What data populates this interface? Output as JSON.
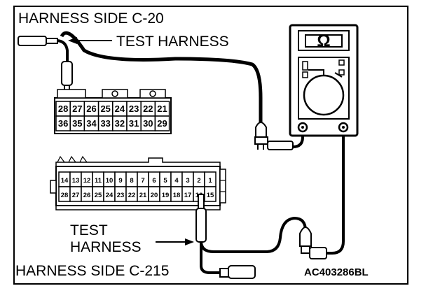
{
  "labels": {
    "c20_title": "HARNESS SIDE C-20",
    "test_harness_top": "TEST HARNESS",
    "test_harness_bottom_line1": "TEST",
    "test_harness_bottom_line2": "HARNESS",
    "c215_title": "HARNESS SIDE C-215",
    "figure_code": "AC403286BL"
  },
  "meter": {
    "symbol": "Ω"
  },
  "connector_c20": {
    "row_top": [
      "28",
      "27",
      "26",
      "25",
      "24",
      "23",
      "22",
      "21"
    ],
    "row_bottom": [
      "36",
      "35",
      "34",
      "33",
      "32",
      "31",
      "30",
      "29"
    ]
  },
  "connector_c215": {
    "row_top": [
      "14",
      "13",
      "12",
      "11",
      "10",
      "9",
      "8",
      "7",
      "6",
      "5",
      "4",
      "3",
      "2",
      "1"
    ],
    "row_bottom": [
      "28",
      "27",
      "26",
      "25",
      "24",
      "23",
      "22",
      "21",
      "20",
      "19",
      "18",
      "17",
      "16",
      "15"
    ]
  }
}
